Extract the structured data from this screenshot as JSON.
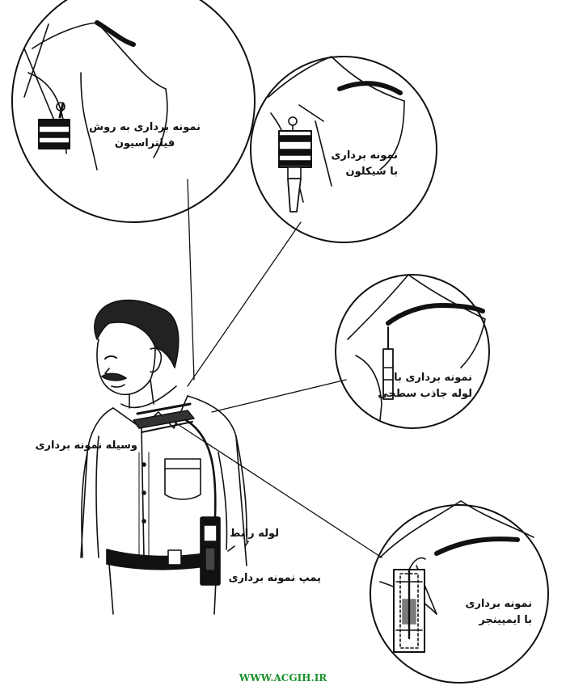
{
  "callouts": {
    "filtration": {
      "line1": "نمونه برداری به روش",
      "line2": "فیلتراسیون"
    },
    "cyclone": {
      "line1": "نمونه برداری",
      "line2": "با سیکلون"
    },
    "sorbent_tube": {
      "line1": "نمونه برداری با",
      "line2": "لوله جاذب سطحی"
    },
    "impinger": {
      "line1": "نمونه برداری",
      "line2": "با ایمپینجر"
    }
  },
  "person_labels": {
    "sampling_device": "وسیله نمونه برداری",
    "connecting_tube": "لوله رابط",
    "sampling_pump": "پمپ نمونه برداری"
  },
  "footer": {
    "website": "WWW.ACGIH.IR"
  },
  "colors": {
    "ink": "#111111",
    "footer_green": "#1a8f2a"
  }
}
